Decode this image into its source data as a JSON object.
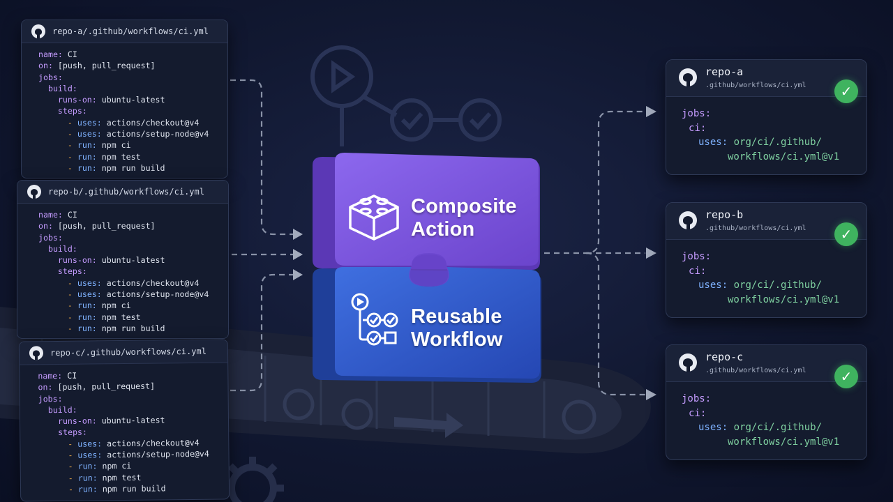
{
  "source_cards": [
    {
      "path": "repo-a/.github/workflows/ci.yml",
      "lines": [
        {
          "i": "",
          "k": "name:",
          "v": " CI",
          "t": "kv"
        },
        {
          "i": "",
          "k": "on:",
          "v": " [push, pull_request]",
          "t": "kv"
        },
        {
          "i": "",
          "k": "jobs:",
          "v": "",
          "t": "kv"
        },
        {
          "i": "  ",
          "k": "build:",
          "v": "",
          "t": "kv"
        },
        {
          "i": "    ",
          "k": "runs-on:",
          "v": " ubuntu-latest",
          "t": "kv"
        },
        {
          "i": "    ",
          "k": "steps:",
          "v": "",
          "t": "kv"
        },
        {
          "i": "      ",
          "k": "uses:",
          "v": " actions/checkout@v4",
          "t": "item"
        },
        {
          "i": "      ",
          "k": "uses:",
          "v": " actions/setup-node@v4",
          "t": "item"
        },
        {
          "i": "      ",
          "k": "run:",
          "v": " npm ci",
          "t": "item"
        },
        {
          "i": "      ",
          "k": "run:",
          "v": " npm test",
          "t": "item"
        },
        {
          "i": "      ",
          "k": "run:",
          "v": " npm run build",
          "t": "item"
        }
      ]
    },
    {
      "path": "repo-b/.github/workflows/ci.yml",
      "lines": [
        {
          "i": "",
          "k": "name:",
          "v": " CI",
          "t": "kv"
        },
        {
          "i": "",
          "k": "on:",
          "v": " [push, pull_request]",
          "t": "kv"
        },
        {
          "i": "",
          "k": "jobs:",
          "v": "",
          "t": "kv"
        },
        {
          "i": "  ",
          "k": "build:",
          "v": "",
          "t": "kv"
        },
        {
          "i": "    ",
          "k": "runs-on:",
          "v": " ubuntu-latest",
          "t": "kv"
        },
        {
          "i": "    ",
          "k": "steps:",
          "v": "",
          "t": "kv"
        },
        {
          "i": "      ",
          "k": "uses:",
          "v": " actions/checkout@v4",
          "t": "item"
        },
        {
          "i": "      ",
          "k": "uses:",
          "v": " actions/setup-node@v4",
          "t": "item"
        },
        {
          "i": "      ",
          "k": "run:",
          "v": " npm ci",
          "t": "item"
        },
        {
          "i": "      ",
          "k": "run:",
          "v": " npm test",
          "t": "item"
        },
        {
          "i": "      ",
          "k": "run:",
          "v": " npm run build",
          "t": "item"
        }
      ]
    },
    {
      "path": "repo-c/.github/workflows/ci.yml",
      "lines": [
        {
          "i": "",
          "k": "name:",
          "v": " CI",
          "t": "kv"
        },
        {
          "i": "",
          "k": "on:",
          "v": " [push, pull_request]",
          "t": "kv"
        },
        {
          "i": "",
          "k": "jobs:",
          "v": "",
          "t": "kv"
        },
        {
          "i": "  ",
          "k": "build:",
          "v": "",
          "t": "kv"
        },
        {
          "i": "    ",
          "k": "runs-on:",
          "v": " ubuntu-latest",
          "t": "kv"
        },
        {
          "i": "    ",
          "k": "steps:",
          "v": "",
          "t": "kv"
        },
        {
          "i": "      ",
          "k": "uses:",
          "v": " actions/checkout@v4",
          "t": "item"
        },
        {
          "i": "      ",
          "k": "uses:",
          "v": " actions/setup-node@v4",
          "t": "item"
        },
        {
          "i": "      ",
          "k": "run:",
          "v": " npm ci",
          "t": "item"
        },
        {
          "i": "      ",
          "k": "run:",
          "v": " npm test",
          "t": "item"
        },
        {
          "i": "      ",
          "k": "run:",
          "v": " npm run build",
          "t": "item"
        }
      ]
    }
  ],
  "blocks": {
    "composite_line1": "Composite",
    "composite_line2": "Action",
    "reusable_line1": "Reusable",
    "reusable_line2": "Workflow",
    "composite_color": "#7a55db",
    "reusable_color": "#2f59c9"
  },
  "target_repos": [
    {
      "name": "repo-a",
      "path": ".github/workflows/ci.yml",
      "status": "success",
      "code": {
        "jobs": "jobs:",
        "ci": "ci:",
        "uses_key": "uses:",
        "uses_val1": "org/ci/.github/",
        "uses_val2": "workflows/ci.yml@v1"
      }
    },
    {
      "name": "repo-b",
      "path": ".github/workflows/ci.yml",
      "status": "success",
      "code": {
        "jobs": "jobs:",
        "ci": "ci:",
        "uses_key": "uses:",
        "uses_val1": "org/ci/.github/",
        "uses_val2": "workflows/ci.yml@v1"
      }
    },
    {
      "name": "repo-c",
      "path": ".github/workflows/ci.yml",
      "status": "success",
      "code": {
        "jobs": "jobs:",
        "ci": "ci:",
        "uses_key": "uses:",
        "uses_val1": "org/ci/.github/",
        "uses_val2": "workflows/ci.yml@v1"
      }
    }
  ],
  "icons": {
    "source_card": "github-icon",
    "target_card": "github-icon",
    "status": "check-icon",
    "composite": "lego-brick-icon",
    "reusable": "workflow-graph-icon",
    "background": [
      "play-icon",
      "check-icon",
      "gear-icon",
      "conveyor-belt"
    ]
  },
  "colors": {
    "background": "#111831",
    "card": "#141b2e",
    "success": "#3fb35f",
    "key": "#c59cff",
    "list_dash": "#e3a348",
    "uses_value": "#7fd0a0"
  }
}
